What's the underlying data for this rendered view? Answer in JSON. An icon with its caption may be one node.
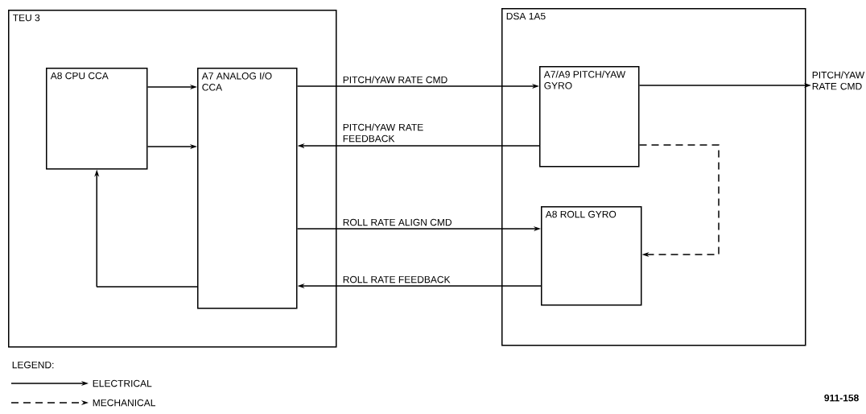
{
  "diagram": {
    "nodes": [
      {
        "text": [
          "TEU 3"
        ]
      },
      {
        "text": [
          "A8 CPU CCA"
        ],
        "in": 0
      },
      {
        "text": [
          "A7 ANALOG I/O CCA"
        ],
        "in": 0
      },
      {
        "text": [
          "DSA 1A5"
        ]
      },
      {
        "text": [
          "A7/A9 PITCH/YAW GYRO"
        ],
        "in": 3
      },
      {
        "text": [
          "A8 ROLL GYRO"
        ],
        "in": 3
      },
      {
        "text": [
          "PITCH/YAW RATE CMD"
        ]
      }
    ],
    "edges": [
      {
        "from": 1,
        "to": 2,
        "arrow": "to"
      },
      {
        "from": 1,
        "to": 2,
        "arrow": "to"
      },
      {
        "from": 2,
        "to": 1,
        "arrow": "to"
      },
      {
        "from": 2,
        "to": 4,
        "arrow": "to",
        "label": "PITCH/YAW RATE CMD"
      },
      {
        "from": 4,
        "to": 2,
        "arrow": "to",
        "label": "PITCH/YAW RATE FEEDBACK"
      },
      {
        "from": 2,
        "to": 5,
        "arrow": "to",
        "label": "ROLL RATE ALIGN CMD"
      },
      {
        "from": 5,
        "to": 2,
        "arrow": "to",
        "label": "ROLL RATE FEEDBACK"
      },
      {
        "from": 4,
        "to": 5,
        "arrow": "to",
        "style": "dashed"
      },
      {
        "from": 4,
        "to": 6,
        "arrow": "to"
      }
    ],
    "labels": [
      "LEGEND:",
      "911-158"
    ],
    "legend": [
      {
        "text": "ELECTRICAL"
      },
      {
        "text": "MECHANICAL"
      }
    ]
  }
}
